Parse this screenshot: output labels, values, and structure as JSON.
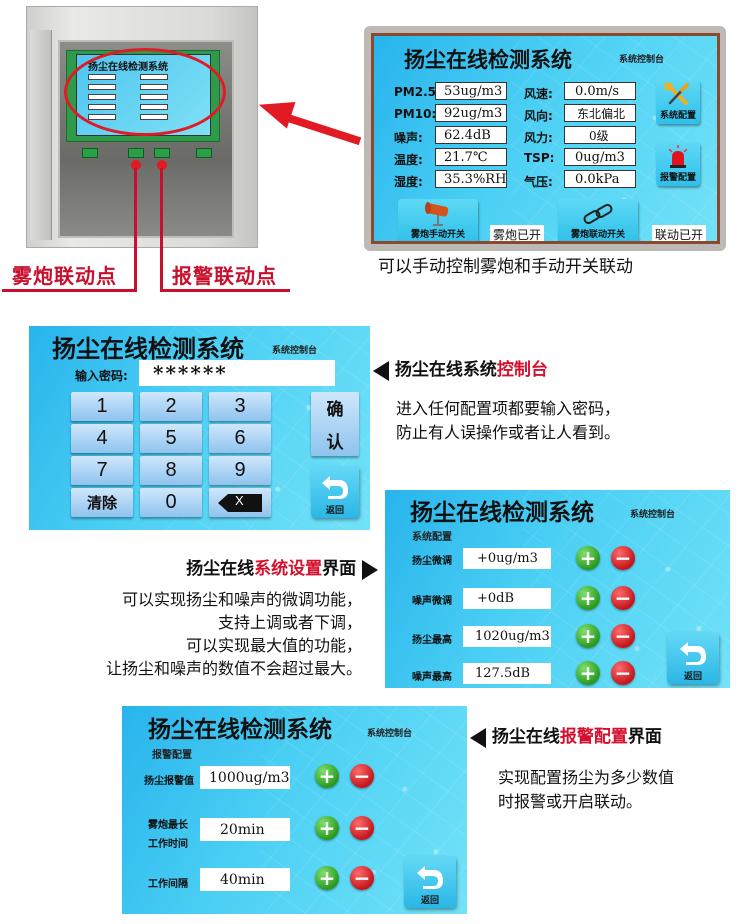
{
  "photo": {
    "mini_title": "扬尘在线检测系统",
    "callout_left": "雾炮联动点",
    "callout_right": "报警联动点"
  },
  "colors": {
    "accent_red": "#d5102e",
    "screen_blue": "#3cc6f0",
    "plus_green": "#2a9a1f",
    "minus_red": "#c4161c"
  },
  "main_screen": {
    "title": "扬尘在线检测系统",
    "subtitle": "系统控制台",
    "left_fields": [
      {
        "label": "PM2.5:",
        "value": "53ug/m3"
      },
      {
        "label": "PM10:",
        "value": "92ug/m3"
      },
      {
        "label": "噪声:",
        "value": "62.4dB"
      },
      {
        "label": "温度:",
        "value": "21.7℃"
      },
      {
        "label": "湿度:",
        "value": "35.3%RH"
      }
    ],
    "right_fields": [
      {
        "label": "风速:",
        "value": "0.0m/s"
      },
      {
        "label": "风向:",
        "value": "东北偏北"
      },
      {
        "label": "风力:",
        "value": "0级"
      },
      {
        "label": "TSP:",
        "value": "0ug/m3"
      },
      {
        "label": "气压:",
        "value": "0.0kPa"
      }
    ],
    "system_config_button": "系统配置",
    "alarm_config_button": "报警配置",
    "fog_manual_button": "雾炮手动开关",
    "fog_status": "雾炮已开",
    "fog_link_button": "雾炮联动开关",
    "link_status": "联动已开",
    "caption": "可以手动控制雾炮和手动开关联动"
  },
  "keypad_screen": {
    "title": "扬尘在线检测系统",
    "subtitle": "系统控制台",
    "password_label": "输入密码:",
    "password_value": "******",
    "keys": [
      "1",
      "2",
      "3",
      "4",
      "5",
      "6",
      "7",
      "8",
      "9",
      "清除",
      "0",
      "X"
    ],
    "confirm_label_1": "确",
    "confirm_label_2": "认",
    "back_label": "返回"
  },
  "console_section": {
    "heading_prefix": "扬尘在线系统",
    "heading_highlight": "控制台",
    "desc_line1": "进入任何配置项都要输入密码，",
    "desc_line2": "防止有人误操作或者让人看到。"
  },
  "settings_section": {
    "heading_prefix": "扬尘在线",
    "heading_highlight": "系统设置",
    "heading_suffix": "界面",
    "desc_lines": [
      "可以实现扬尘和噪声的微调功能，",
      "支持上调或者下调，",
      "可以实现最大值的功能，",
      "让扬尘和噪声的数值不会超过最大。"
    ]
  },
  "settings_screen": {
    "title": "扬尘在线检测系统",
    "subtitle": "系统控制台",
    "section_label": "系统配置",
    "rows": [
      {
        "label": "扬尘微调",
        "value": "+0ug/m3"
      },
      {
        "label": "噪声微调",
        "value": "+0dB"
      },
      {
        "label": "扬尘最高",
        "value": "1020ug/m3"
      },
      {
        "label": "噪声最高",
        "value": "127.5dB"
      }
    ],
    "plus": "+",
    "minus": "−",
    "back_label": "返回"
  },
  "alarm_screen": {
    "title": "扬尘在线检测系统",
    "subtitle": "系统控制台",
    "section_label": "报警配置",
    "rows": [
      {
        "label": "扬尘报警值",
        "value": "1000ug/m3"
      },
      {
        "label_line1": "雾炮最长",
        "label_line2": "工作时间",
        "value": "20min"
      },
      {
        "label": "工作间隔",
        "value": "40min"
      }
    ],
    "plus": "+",
    "minus": "−",
    "back_label": "返回"
  },
  "alarm_section": {
    "heading_prefix": "扬尘在线",
    "heading_highlight": "报警配置",
    "heading_suffix": "界面",
    "desc_line1": "实现配置扬尘为多少数值",
    "desc_line2": "时报警或开启联动。"
  }
}
